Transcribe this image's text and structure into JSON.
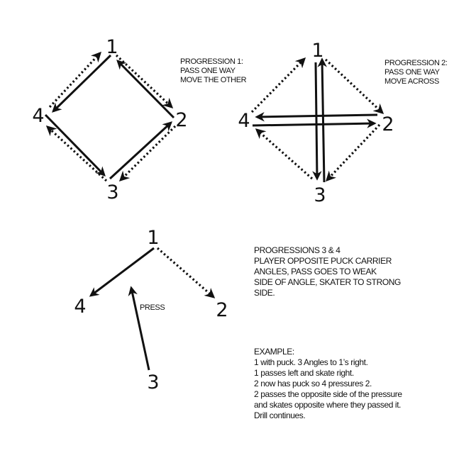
{
  "diagram1": {
    "players": [
      "1",
      "2",
      "3",
      "4"
    ],
    "caption": [
      "PROGRESSION 1:",
      "PASS ONE WAY",
      "MOVE THE OTHER"
    ]
  },
  "diagram2": {
    "players": [
      "1",
      "2",
      "3",
      "4"
    ],
    "caption": [
      "PROGRESSION 2:",
      "PASS ONE WAY",
      "MOVE ACROSS"
    ]
  },
  "diagram3": {
    "players": [
      "1",
      "2",
      "3",
      "4"
    ],
    "press_label": "PRESS",
    "caption": [
      "PROGRESSIONS 3 & 4",
      "PLAYER OPPOSITE PUCK CARRIER",
      "ANGLES, PASS GOES TO WEAK",
      "SIDE OF ANGLE, SKATER TO STRONG",
      "SIDE."
    ]
  },
  "example": {
    "heading": "EXAMPLE:",
    "lines": [
      "1 with puck. 3 Angles to 1’s right.",
      "1 passes left and skate right.",
      "2 now has puck so 4 pressures 2.",
      "2 passes the opposite side of the pressure",
      "and skates opposite where they passed it.",
      "Drill continues."
    ]
  },
  "legend_implied": {
    "solid_line": "pass",
    "dotted_line": "skate"
  }
}
